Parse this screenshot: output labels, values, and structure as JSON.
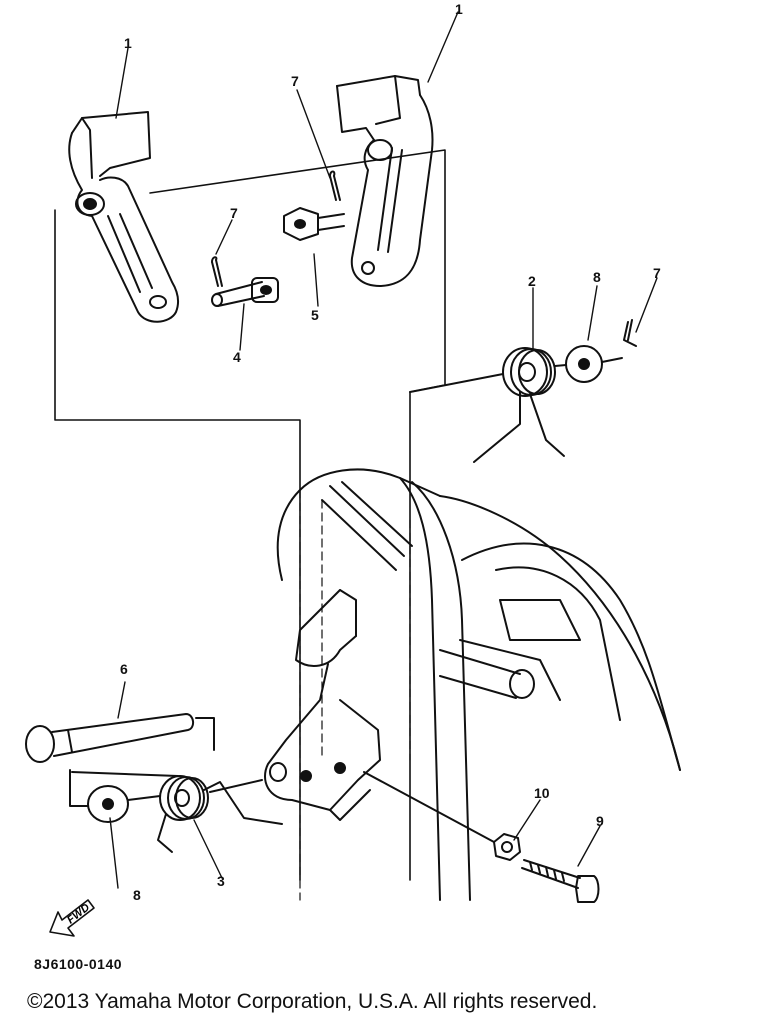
{
  "callouts": [
    {
      "id": "lever-left",
      "text": "1"
    },
    {
      "id": "lever-right",
      "text": "1"
    },
    {
      "id": "pin-top",
      "text": "7"
    },
    {
      "id": "pin-left",
      "text": "7"
    },
    {
      "id": "pin-right",
      "text": "7"
    },
    {
      "id": "spring-upper",
      "text": "2"
    },
    {
      "id": "washer-upper",
      "text": "8"
    },
    {
      "id": "link-pin",
      "text": "4"
    },
    {
      "id": "link-joint",
      "text": "5"
    },
    {
      "id": "shaft",
      "text": "6"
    },
    {
      "id": "washer-lower",
      "text": "8"
    },
    {
      "id": "spring-lower",
      "text": "3"
    },
    {
      "id": "nut",
      "text": "10"
    },
    {
      "id": "bolt",
      "text": "9"
    }
  ],
  "fwd_label": "FWD",
  "diagram_code": "8J6100-0140",
  "copyright": "©2013 Yamaha Motor Corporation, U.S.A. All rights reserved."
}
